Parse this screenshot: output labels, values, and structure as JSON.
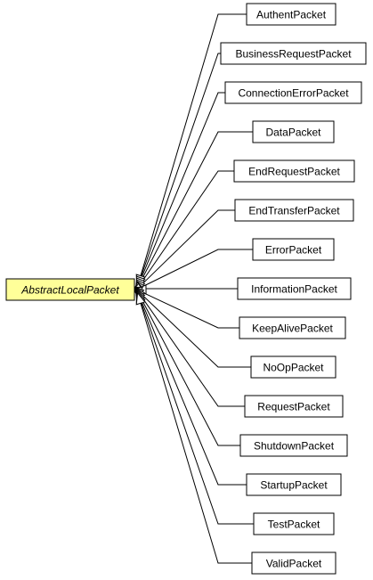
{
  "diagram": {
    "base_class": {
      "name": "AbstractLocalPacket",
      "fill": "#ffff99"
    },
    "subclasses": [
      "AuthentPacket",
      "BusinessRequestPacket",
      "ConnectionErrorPacket",
      "DataPacket",
      "EndRequestPacket",
      "EndTransferPacket",
      "ErrorPacket",
      "InformationPacket",
      "KeepAlivePacket",
      "NoOpPacket",
      "RequestPacket",
      "ShutdownPacket",
      "StartupPacket",
      "TestPacket",
      "ValidPacket"
    ],
    "relation": "generalization"
  }
}
